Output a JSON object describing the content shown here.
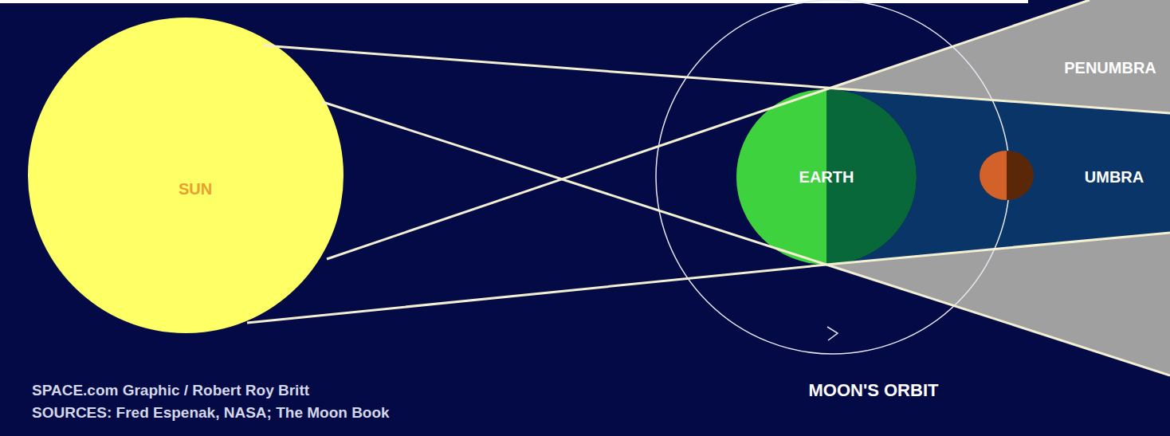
{
  "diagram": {
    "nodes": [
      {
        "text": [
          "SUN"
        ]
      },
      {
        "text": [
          "EARTH"
        ]
      },
      {
        "text": [
          "PENUMBRA"
        ]
      },
      {
        "text": [
          "UMBRA"
        ]
      }
    ],
    "labels": [
      "MOON'S ORBIT",
      "SPACE.com Graphic / Robert Roy Britt",
      "SOURCES: Fred Espenak, NASA; The Moon Book"
    ]
  }
}
